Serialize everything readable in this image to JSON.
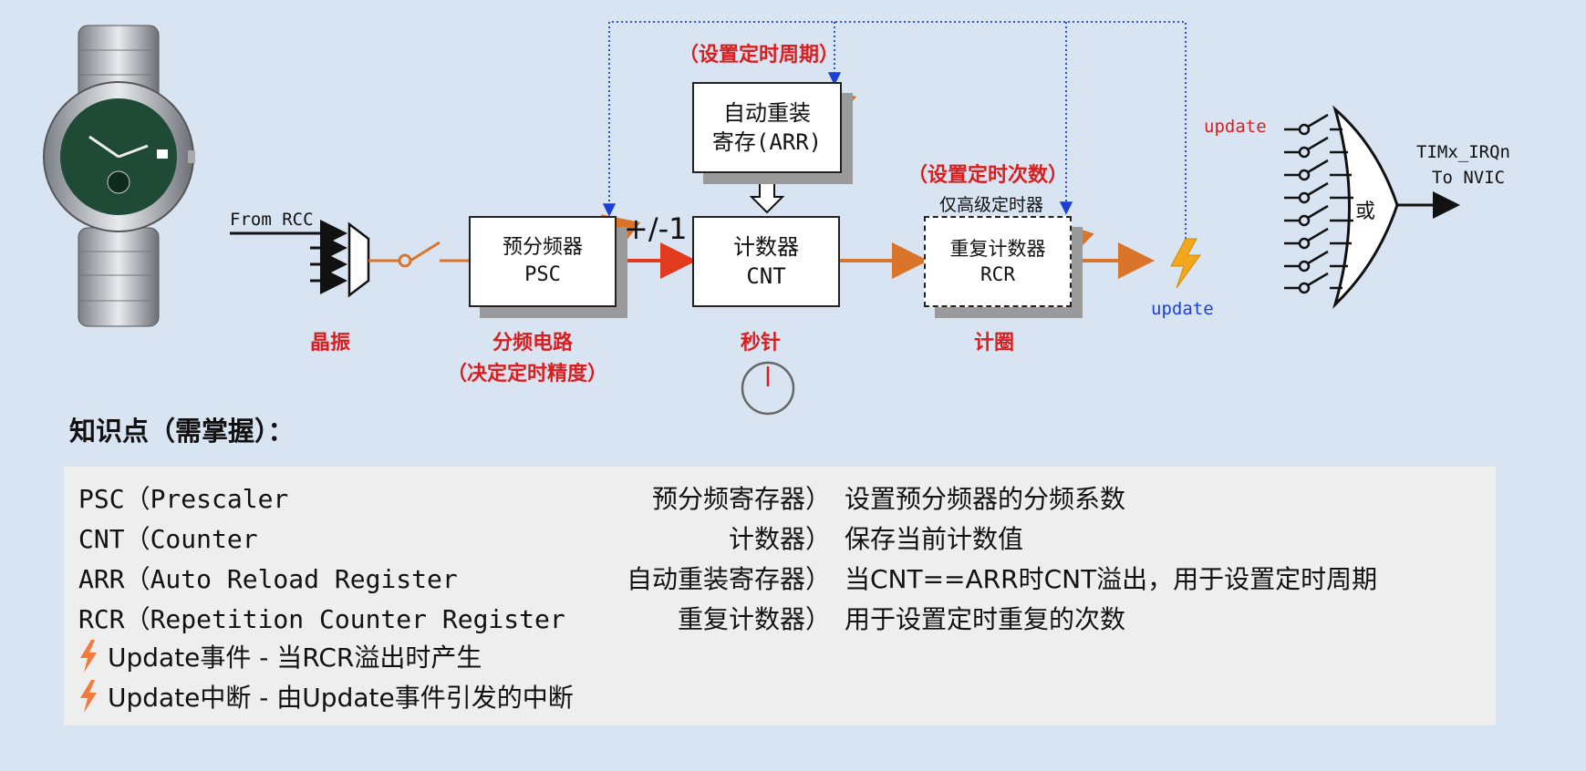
{
  "diagram": {
    "from_rcc": "From RCC",
    "psc_box": {
      "line1": "预分频器",
      "line2": "PSC"
    },
    "arr_box": {
      "line1": "自动重装",
      "line2": "寄存(ARR)"
    },
    "cnt_box": {
      "line1": "计数器",
      "line2": "CNT"
    },
    "rcr_box": {
      "line1": "重复计数器",
      "line2": "RCR"
    },
    "plus_minus": "+/-1",
    "label_crystal": "晶振",
    "label_divider": "分频电路",
    "label_divider_sub": "（决定定时精度）",
    "label_second_hand": "秒针",
    "label_count_laps": "计圈",
    "label_set_period": "（设置定时周期）",
    "label_set_times": "（设置定时次数）",
    "label_adv_only": "仅高级定时器",
    "update_bottom": "update",
    "update_left": "update",
    "or_gate": "或",
    "irq_line1": "TIMx_IRQn",
    "irq_line2": "To NVIC"
  },
  "knowledge": {
    "title": "知识点（需掌握）：",
    "rows": [
      {
        "en": "PSC（Prescaler",
        "cn": "预分频寄存器）",
        "desc": "设置预分频器的分频系数"
      },
      {
        "en": "CNT（Counter",
        "cn": "计数器）",
        "desc": "保存当前计数值"
      },
      {
        "en": "ARR（Auto Reload Register",
        "cn": "自动重装寄存器）",
        "desc": "当CNT==ARR时CNT溢出，用于设置定时周期"
      },
      {
        "en": "RCR（Repetition Counter Register",
        "cn": "重复计数器）",
        "desc": "用于设置定时重复的次数"
      }
    ],
    "bullets": [
      "Update事件 - 当RCR溢出时产生",
      "Update中断 - 由Update事件引发的中断"
    ]
  },
  "colors": {
    "accent_red": "#d81e1e",
    "arrow_orange": "#d9742a",
    "dotted_blue": "#1a3fd6",
    "bolt": "#f2a81a"
  }
}
